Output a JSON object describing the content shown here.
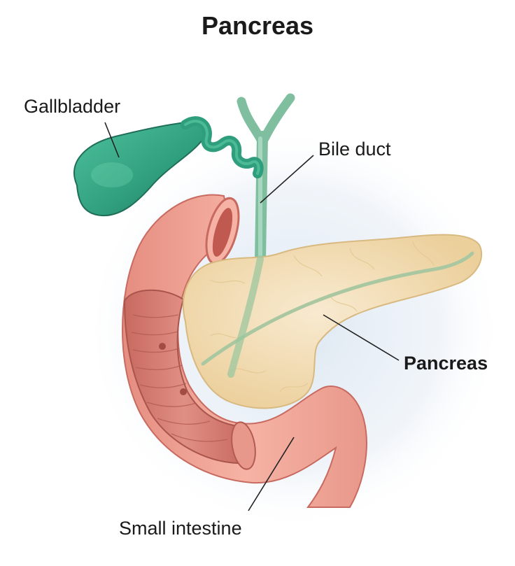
{
  "title": "Pancreas",
  "labels": {
    "gallbladder": "Gallbladder",
    "bile_duct": "Bile duct",
    "pancreas": "Pancreas",
    "small_intestine": "Small intestine"
  },
  "colors": {
    "background_glow": "#dbe6f1",
    "gallbladder": "#2f9e7c",
    "gallbladder_dark": "#1f6f58",
    "bile_duct": "#86c2a6",
    "pancreas": "#f3dfb6",
    "pancreas_edge": "#d8b980",
    "pancreas_duct": "#a9c7a0",
    "intestine_outer": "#f2a89a",
    "intestine_dark": "#c96a60",
    "intestine_inner": "#d97c72",
    "leader_line": "#222222"
  }
}
